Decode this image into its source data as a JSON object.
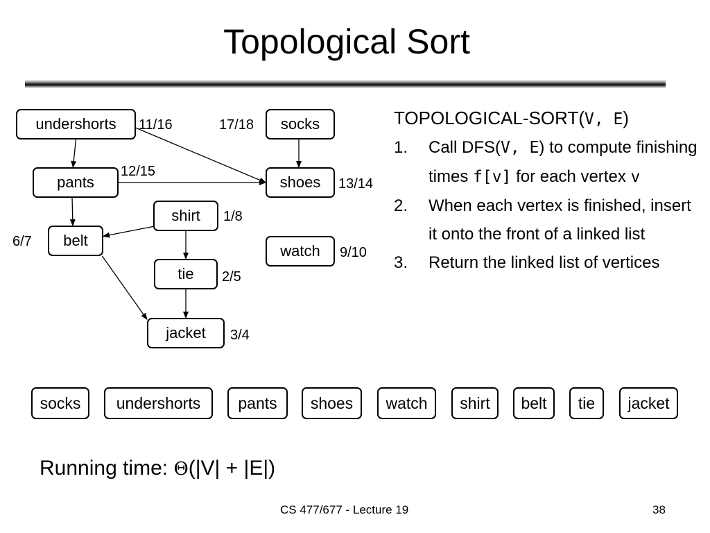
{
  "slide": {
    "title": "Topological Sort",
    "footer_course": "CS 477/677 - Lecture 19",
    "page_number": "38"
  },
  "graph": {
    "nodes": {
      "undershorts": {
        "label": "undershorts",
        "time": "11/16"
      },
      "socks": {
        "label": "socks",
        "time": "17/18"
      },
      "pants": {
        "label": "pants",
        "time": "12/15"
      },
      "shoes": {
        "label": "shoes",
        "time": "13/14"
      },
      "shirt": {
        "label": "shirt",
        "time": "1/8"
      },
      "belt": {
        "label": "belt",
        "time": "6/7"
      },
      "watch": {
        "label": "watch",
        "time": "9/10"
      },
      "tie": {
        "label": "tie",
        "time": "2/5"
      },
      "jacket": {
        "label": "jacket",
        "time": "3/4"
      }
    },
    "edges": [
      {
        "from": "undershorts",
        "to": "pants"
      },
      {
        "from": "undershorts",
        "to": "shoes"
      },
      {
        "from": "socks",
        "to": "shoes"
      },
      {
        "from": "pants",
        "to": "shoes"
      },
      {
        "from": "pants",
        "to": "belt"
      },
      {
        "from": "shirt",
        "to": "belt"
      },
      {
        "from": "shirt",
        "to": "tie"
      },
      {
        "from": "belt",
        "to": "jacket"
      },
      {
        "from": "tie",
        "to": "jacket"
      }
    ]
  },
  "algorithm": {
    "title_prefix": "TOPOLOGICAL-SORT(",
    "title_args": "V, E",
    "title_suffix": ")",
    "steps": [
      {
        "num": "1.",
        "parts": {
          "a": "Call DFS(",
          "b": "V, E",
          "c": ") to compute finishing times ",
          "d": "f[v]",
          "e": " for each vertex ",
          "f": "v"
        }
      },
      {
        "num": "2.",
        "text": "When each vertex is finished, insert it onto the front of a linked list"
      },
      {
        "num": "3.",
        "text": "Return the linked list of vertices"
      }
    ]
  },
  "sorted_list": [
    "socks",
    "undershorts",
    "pants",
    "shoes",
    "watch",
    "shirt",
    "belt",
    "tie",
    "jacket"
  ],
  "running_time": {
    "label": "Running time: ",
    "theta": "Θ",
    "expr": "(|V| + |E|)"
  }
}
